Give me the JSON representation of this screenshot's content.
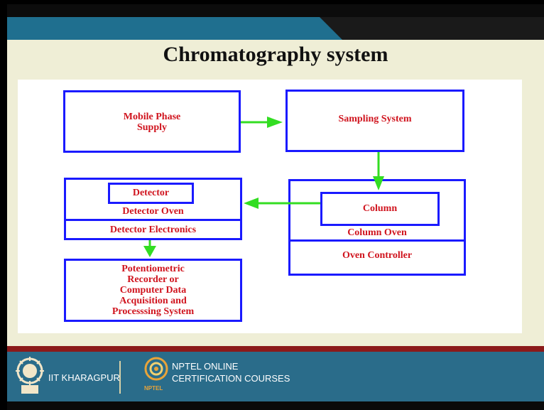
{
  "slide": {
    "title": "Chromatography system"
  },
  "diagram": {
    "mobile_phase": "Mobile Phase\nSupply",
    "sampling": "Sampling System",
    "column": "Column",
    "column_oven": "Column Oven",
    "oven_controller": "Oven Controller",
    "detector": "Detector",
    "detector_oven": "Detector Oven",
    "detector_electronics": "Detector Electronics",
    "recorder": "Potentiometric\nRecorder or\nComputer Data\nAcquisition and\nProcesssing System"
  },
  "footer": {
    "iit": "IIT KHARAGPUR",
    "nptel_line1": "NPTEL ONLINE",
    "nptel_line2": "CERTIFICATION COURSES",
    "nptel_logo_text": "NPTEL"
  },
  "colors": {
    "box_border": "#1a1aff",
    "label_red": "#d0141e",
    "arrow_green": "#33dd22",
    "teal": "#1f6f8f"
  }
}
